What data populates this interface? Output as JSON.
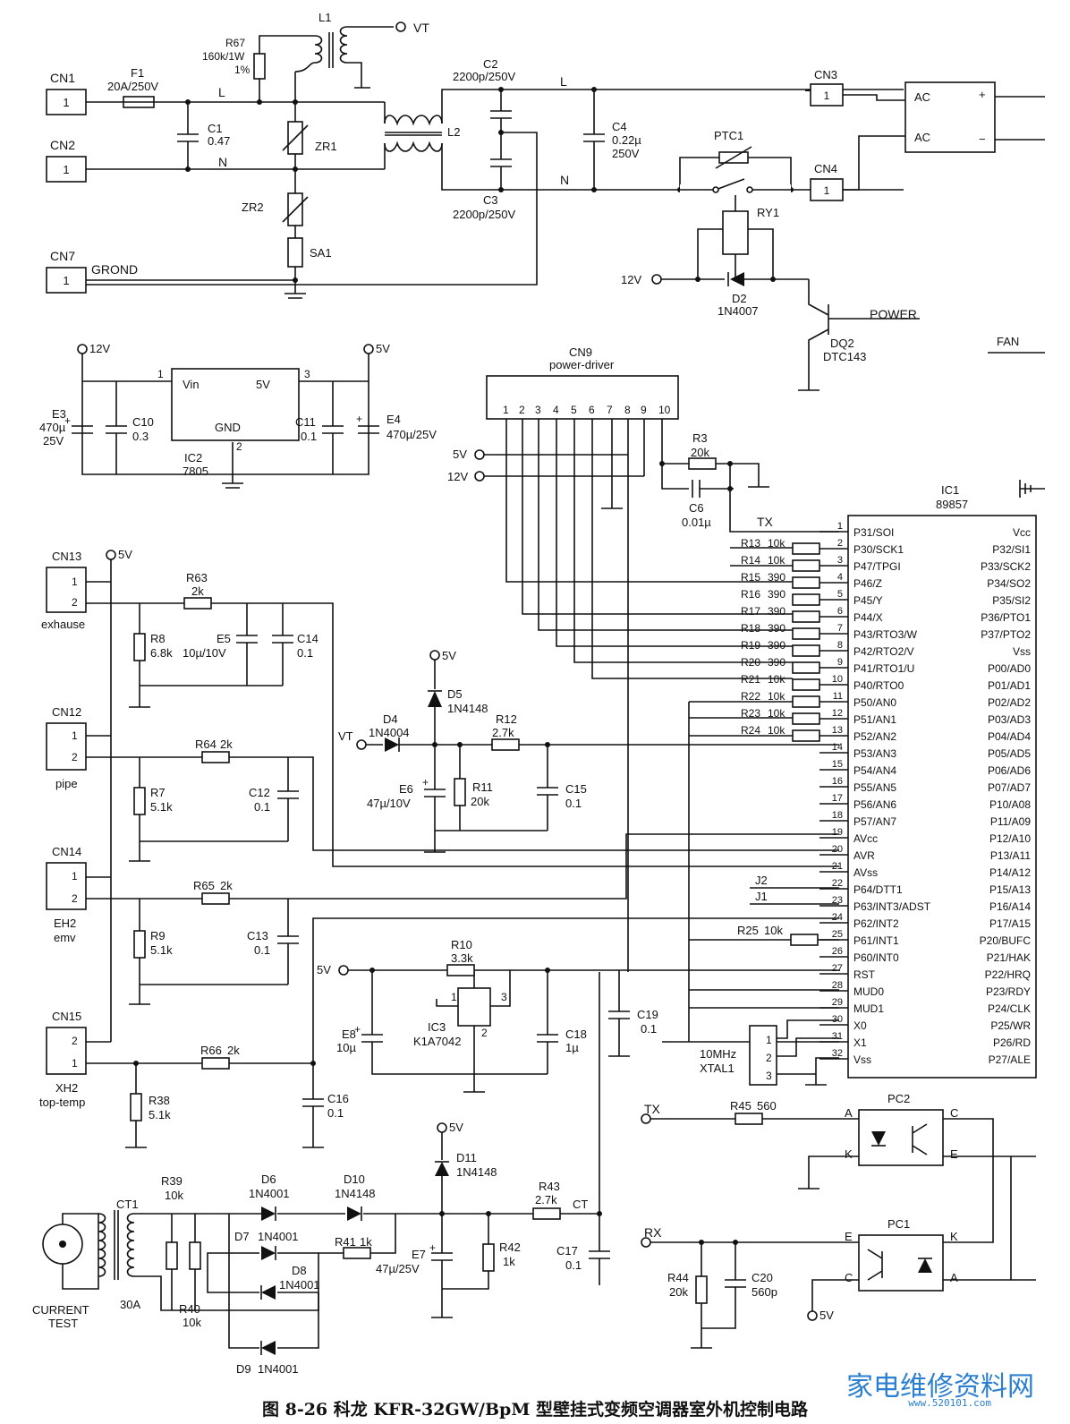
{
  "connectors": {
    "cn1": {
      "ref": "CN1",
      "pin": "1"
    },
    "cn2": {
      "ref": "CN2",
      "pin": "1"
    },
    "cn7": {
      "ref": "CN7",
      "pin": "1",
      "net": "GROND"
    },
    "cn3": {
      "ref": "CN3",
      "pin": "1"
    },
    "cn4": {
      "ref": "CN4",
      "pin": "1"
    },
    "cn9": {
      "ref": "CN9",
      "name": "power-driver",
      "pins": [
        "1",
        "2",
        "3",
        "4",
        "5",
        "6",
        "7",
        "8",
        "9",
        "10"
      ]
    },
    "cn13": {
      "ref": "CN13",
      "pins": [
        "1",
        "2"
      ],
      "name": "exhause"
    },
    "cn12": {
      "ref": "CN12",
      "pins": [
        "1",
        "2"
      ],
      "name": "pipe"
    },
    "cn14": {
      "ref": "CN14",
      "pins": [
        "1",
        "2"
      ],
      "name": "EH2",
      "sub": "emv"
    },
    "cn15": {
      "ref": "CN15",
      "pins": [
        "2",
        "1"
      ],
      "name": "XH2",
      "sub": "top-temp"
    }
  },
  "components": {
    "f1": {
      "ref": "F1",
      "val": "20A/250V"
    },
    "r67": {
      "ref": "R67",
      "val1": "160k/1W",
      "val2": "1%"
    },
    "l1": {
      "ref": "L1"
    },
    "l2": {
      "ref": "L2"
    },
    "c1": {
      "ref": "C1",
      "val": "0.47"
    },
    "zr1": {
      "ref": "ZR1"
    },
    "zr2": {
      "ref": "ZR2"
    },
    "sa1": {
      "ref": "SA1"
    },
    "c2": {
      "ref": "C2",
      "val": "2200p/250V"
    },
    "c3": {
      "ref": "C3",
      "val": "2200p/250V"
    },
    "c4": {
      "ref": "C4",
      "val1": "0.22µ",
      "val2": "250V"
    },
    "ptc1": {
      "ref": "PTC1"
    },
    "ry1": {
      "ref": "RY1"
    },
    "d2": {
      "ref": "D2",
      "val": "1N4007"
    },
    "dq2": {
      "ref": "DQ2",
      "val": "DTC143"
    },
    "e3": {
      "ref": "E3",
      "val1": "470µ",
      "val2": "25V"
    },
    "c10": {
      "ref": "C10",
      "val": "0.3"
    },
    "ic2": {
      "ref": "IC2",
      "val": "7805",
      "vin": "Vin",
      "gnd": "GND",
      "out": "5V",
      "p1": "1",
      "p2": "2",
      "p3": "3"
    },
    "c11": {
      "ref": "C11",
      "val": "0.1"
    },
    "e4": {
      "ref": "E4",
      "val": "470µ/25V"
    },
    "r3": {
      "ref": "R3",
      "val": "20k"
    },
    "c6": {
      "ref": "C6",
      "val": "0.01µ"
    },
    "r63": {
      "ref": "R63",
      "val": "2k"
    },
    "r8": {
      "ref": "R8",
      "val": "6.8k"
    },
    "e5": {
      "ref": "E5",
      "val": "10µ/10V"
    },
    "c14": {
      "ref": "C14",
      "val": "0.1"
    },
    "r64": {
      "ref": "R64",
      "val": "2k"
    },
    "r7": {
      "ref": "R7",
      "val": "5.1k"
    },
    "c12": {
      "ref": "C12",
      "val": "0.1"
    },
    "r65": {
      "ref": "R65",
      "val": "2k"
    },
    "r9": {
      "ref": "R9",
      "val": "5.1k"
    },
    "c13": {
      "ref": "C13",
      "val": "0.1"
    },
    "r66": {
      "ref": "R66",
      "val": "2k"
    },
    "r38": {
      "ref": "R38",
      "val": "5.1k"
    },
    "c16": {
      "ref": "C16",
      "val": "0.1"
    },
    "d5": {
      "ref": "D5",
      "val": "1N4148"
    },
    "d4": {
      "ref": "D4",
      "val": "1N4004"
    },
    "r12": {
      "ref": "R12",
      "val": "2.7k"
    },
    "e6": {
      "ref": "E6",
      "val": "47µ/10V"
    },
    "r11": {
      "ref": "R11",
      "val": "20k"
    },
    "c15": {
      "ref": "C15",
      "val": "0.1"
    },
    "r10": {
      "ref": "R10",
      "val": "3.3k"
    },
    "ic3": {
      "ref": "IC3",
      "val": "K1A7042",
      "p1": "1",
      "p2": "2",
      "p3": "3"
    },
    "e8": {
      "ref": "E8",
      "val": "10µ"
    },
    "c18": {
      "ref": "C18",
      "val": "1µ"
    },
    "c19": {
      "ref": "C19",
      "val": "0.1"
    },
    "xtal1": {
      "ref": "XTAL1",
      "val": "10MHz",
      "pins": [
        "1",
        "2",
        "3"
      ]
    },
    "ct1": {
      "ref": "CT1",
      "val": "30A",
      "name1": "CURRENT",
      "name2": "TEST"
    },
    "r39": {
      "ref": "R39",
      "val": "10k"
    },
    "r40": {
      "ref": "R40",
      "val": "10k"
    },
    "d6": {
      "ref": "D6",
      "val": "1N4001"
    },
    "d7": {
      "ref": "D7",
      "val": "1N4001"
    },
    "d8": {
      "ref": "D8",
      "val": "1N4001"
    },
    "d9": {
      "ref": "D9",
      "val": "1N4001"
    },
    "d10": {
      "ref": "D10",
      "val": "1N4148"
    },
    "r41": {
      "ref": "R41",
      "val": "1k"
    },
    "d11": {
      "ref": "D11",
      "val": "1N4148"
    },
    "r43": {
      "ref": "R43",
      "val": "2.7k"
    },
    "e7": {
      "ref": "E7",
      "val": "47µ/25V"
    },
    "r42": {
      "ref": "R42",
      "val": "1k"
    },
    "c17": {
      "ref": "C17",
      "val": "0.1"
    },
    "r45": {
      "ref": "R45",
      "val": "560"
    },
    "r44": {
      "ref": "R44",
      "val": "20k"
    },
    "c20": {
      "ref": "C20",
      "val": "560p"
    },
    "pc2": {
      "ref": "PC2",
      "a": "A",
      "k": "K",
      "c": "C",
      "e": "E"
    },
    "pc1": {
      "ref": "PC1",
      "a": "A",
      "k": "K",
      "c": "C",
      "e": "E"
    }
  },
  "nets": {
    "vt": "VT",
    "l": "L",
    "n": "N",
    "v12": "12V",
    "v5": "5V",
    "power": "POWER",
    "fan": "FAN",
    "ac": "AC",
    "plus": "+",
    "minus": "−",
    "tx": "TX",
    "rx": "RX",
    "ct": "CT",
    "j1": "J1",
    "j2": "J2"
  },
  "ic1": {
    "ref": "IC1",
    "part": "89857",
    "pin_numbers": [
      "1",
      "2",
      "3",
      "4",
      "5",
      "6",
      "7",
      "8",
      "9",
      "10",
      "11",
      "12",
      "13",
      "14",
      "15",
      "16",
      "17",
      "18",
      "19",
      "20",
      "21",
      "22",
      "23",
      "24",
      "25",
      "26",
      "27",
      "28",
      "29",
      "30",
      "31",
      "32"
    ],
    "left_pins": [
      "P31/SOI",
      "P30/SCK1",
      "P47/TPGI",
      "P46/Z",
      "P45/Y",
      "P44/X",
      "P43/RTO3/W",
      "P42/RTO2/V",
      "P41/RTO1/U",
      "P40/RTO0",
      "P50/AN0",
      "P51/AN1",
      "P52/AN2",
      "P53/AN3",
      "P54/AN4",
      "P55/AN5",
      "P56/AN6",
      "P57/AN7",
      "AVcc",
      "AVR",
      "AVss",
      "P64/DTT1",
      "P63/INT3/ADST",
      "P62/INT2",
      "P61/INT1",
      "P60/INT0",
      "RST",
      "MUD0",
      "MUD1",
      "X0",
      "X1",
      "Vss"
    ],
    "right_pins": [
      "Vcc",
      "P32/SI1",
      "P33/SCK2",
      "P34/SO2",
      "P35/SI2",
      "P36/PTO1",
      "P37/PTO2",
      "Vss",
      "P00/AD0",
      "P01/AD1",
      "P02/AD2",
      "P03/AD3",
      "P04/AD4",
      "P05/AD5",
      "P06/AD6",
      "P07/AD7",
      "P10/A08",
      "P11/A09",
      "P12/A10",
      "P13/A11",
      "P14/A12",
      "P15/A13",
      "P16/A14",
      "P17/A15",
      "P20/BUFC",
      "P21/HAK",
      "P22/HRQ",
      "P23/RDY",
      "P24/CLK",
      "P25/WR",
      "P26/RD",
      "P27/ALE"
    ]
  },
  "ic1_resistors": [
    {
      "ref": "R13",
      "val": "10k"
    },
    {
      "ref": "R14",
      "val": "10k"
    },
    {
      "ref": "R15",
      "val": "390"
    },
    {
      "ref": "R16",
      "val": "390"
    },
    {
      "ref": "R17",
      "val": "390"
    },
    {
      "ref": "R18",
      "val": "390"
    },
    {
      "ref": "R19",
      "val": "390"
    },
    {
      "ref": "R20",
      "val": "390"
    },
    {
      "ref": "R21",
      "val": "10k"
    },
    {
      "ref": "R22",
      "val": "10k"
    },
    {
      "ref": "R23",
      "val": "10k"
    },
    {
      "ref": "R24",
      "val": "10k"
    }
  ],
  "r25": {
    "ref": "R25",
    "val": "10k"
  },
  "caption": "图 8-26   科龙 KFR-32GW/BpM 型壁挂式变频空调器室外机控制电路",
  "watermark": {
    "brand": "家电维修资料网",
    "url": "www.520101.com"
  }
}
